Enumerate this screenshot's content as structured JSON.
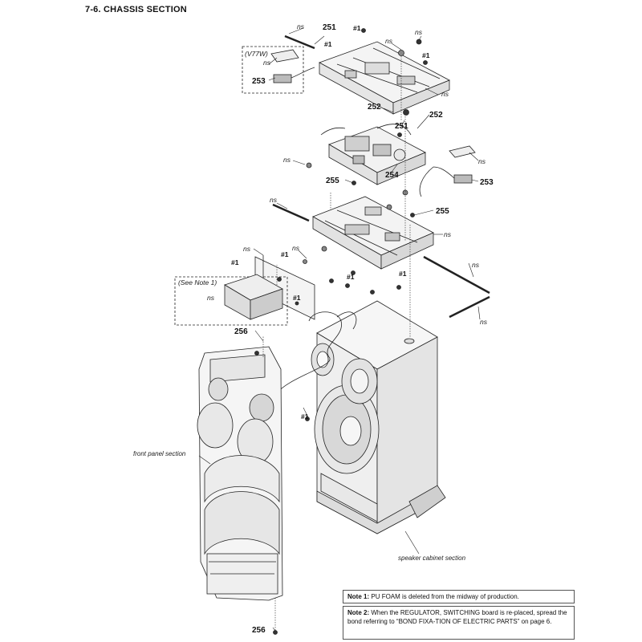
{
  "title": "7-6.   CHASSIS SECTION",
  "labels": {
    "ns": "ns",
    "ref1": "#1",
    "v77w": "(V77W)",
    "see_note1": "(See Note 1)",
    "front_panel": "front panel section",
    "speaker_cabinet": "speaker cabinet section"
  },
  "parts": {
    "p251": "251",
    "p252": "252",
    "p253": "253",
    "p254": "254",
    "p255": "255",
    "p256": "256"
  },
  "notes": [
    {
      "label": "Note 1:",
      "text": "PU FOAM is deleted from the midway of production."
    },
    {
      "label": "Note 2:",
      "text": "When the REGULATOR, SWITCHING board is re-placed, spread the bond referring to “BOND FIXA-TION OF ELECTRIC PARTS” on page 6."
    }
  ]
}
